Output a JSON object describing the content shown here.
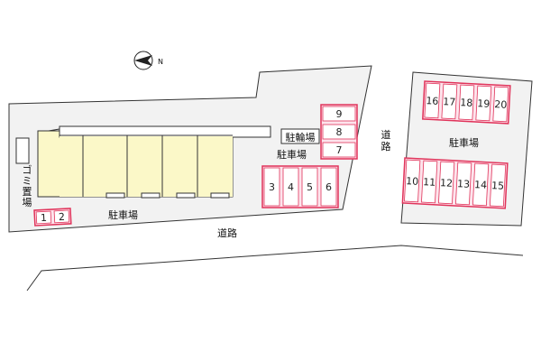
{
  "labels": {
    "parking": "駐車場",
    "bicycle_parking": "駐輪場",
    "garbage_area": "ゴミ置場",
    "road": "道路",
    "north_mark": "N"
  },
  "parking_spaces": {
    "left_row": [
      "1",
      "2"
    ],
    "middle_row": [
      "3",
      "4",
      "5",
      "6"
    ],
    "middle_column": [
      "9",
      "8",
      "7"
    ],
    "right_top_row": [
      "16",
      "17",
      "18",
      "19",
      "20"
    ],
    "right_bottom_row": [
      "10",
      "11",
      "12",
      "13",
      "14",
      "15"
    ]
  },
  "colors": {
    "lot_fill": "#f2f2f2",
    "building_fill": "#fbf8c8",
    "parking_fill": "#fde4ec",
    "parking_stroke": "#e0335a",
    "outline": "#333333"
  }
}
